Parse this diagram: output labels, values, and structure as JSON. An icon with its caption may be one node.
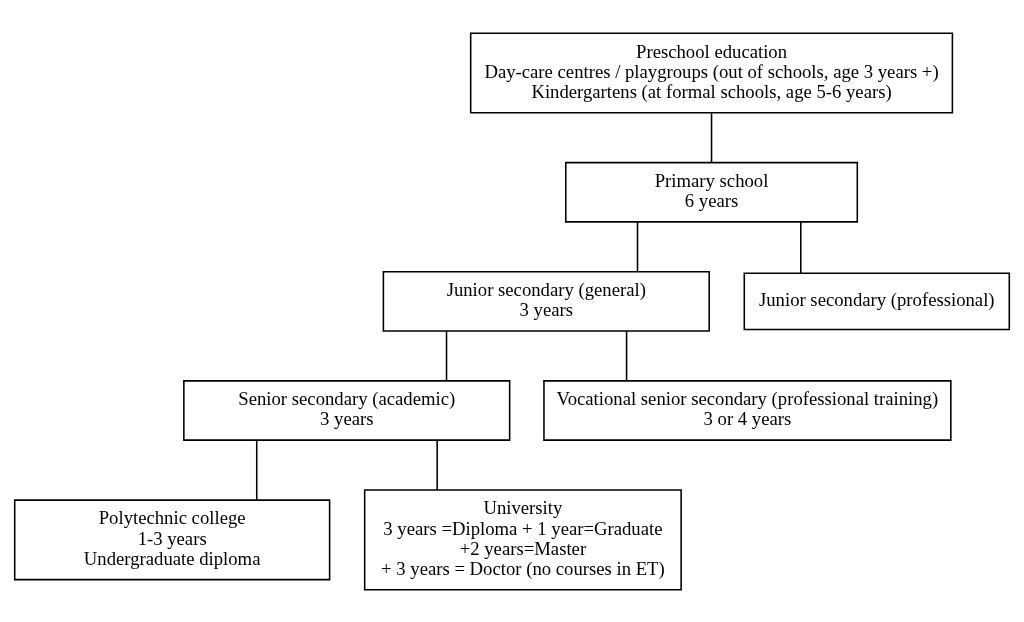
{
  "diagram": {
    "nodes": [
      {
        "text": [
          "Preschool education",
          "Day-care centres / playgroups (out of schools, age 3 years +)",
          "Kindergartens (at formal schools, age 5-6 years)"
        ]
      },
      {
        "text": [
          "Primary school",
          "6 years"
        ]
      },
      {
        "text": [
          "Junior secondary (general)",
          "3 years"
        ]
      },
      {
        "text": [
          "Junior secondary (professional)"
        ]
      },
      {
        "text": [
          "Senior secondary (academic)",
          "3 years"
        ]
      },
      {
        "text": [
          "Vocational senior secondary (professional training)",
          "3 or 4 years"
        ]
      },
      {
        "text": [
          "Polytechnic college",
          "1-3 years",
          "Undergraduate diploma"
        ]
      },
      {
        "text": [
          "University",
          "3 years =Diploma + 1 year=Graduate",
          "+2 years=Master",
          "+ 3 years = Doctor (no courses in ET)"
        ]
      }
    ],
    "edges": [
      {
        "from": 0,
        "to": 1,
        "arrow": "none"
      },
      {
        "from": 1,
        "to": 2,
        "arrow": "none"
      },
      {
        "from": 1,
        "to": 3,
        "arrow": "none"
      },
      {
        "from": 2,
        "to": 4,
        "arrow": "none"
      },
      {
        "from": 2,
        "to": 5,
        "arrow": "none"
      },
      {
        "from": 4,
        "to": 6,
        "arrow": "none"
      },
      {
        "from": 4,
        "to": 7,
        "arrow": "none"
      }
    ]
  }
}
